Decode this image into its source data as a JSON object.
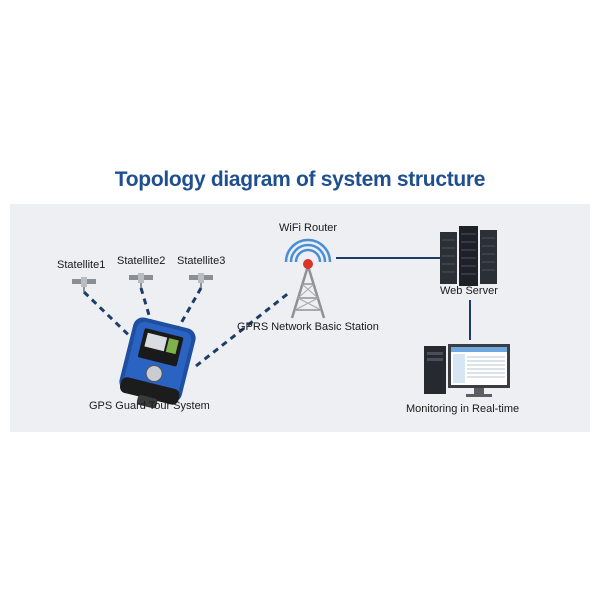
{
  "title": "Topology diagram of system structure",
  "nodes": {
    "satellite1": "Statellite1",
    "satellite2": "Statellite2",
    "satellite3": "Statellite3",
    "wifi_router": "WiFi Router",
    "gprs_station": "GPRS Network Basic Station",
    "gps_device": "GPS Guard Tour System",
    "web_server": "Web Server",
    "monitoring": "Monitoring in Real-time"
  },
  "colors": {
    "title": "#1f4f8f",
    "panel": "#edeff2",
    "link": "#1e3d66",
    "device_blue": "#1e4fa0",
    "tower_red": "#d8342a",
    "signal_blue": "#4a8fd6"
  }
}
